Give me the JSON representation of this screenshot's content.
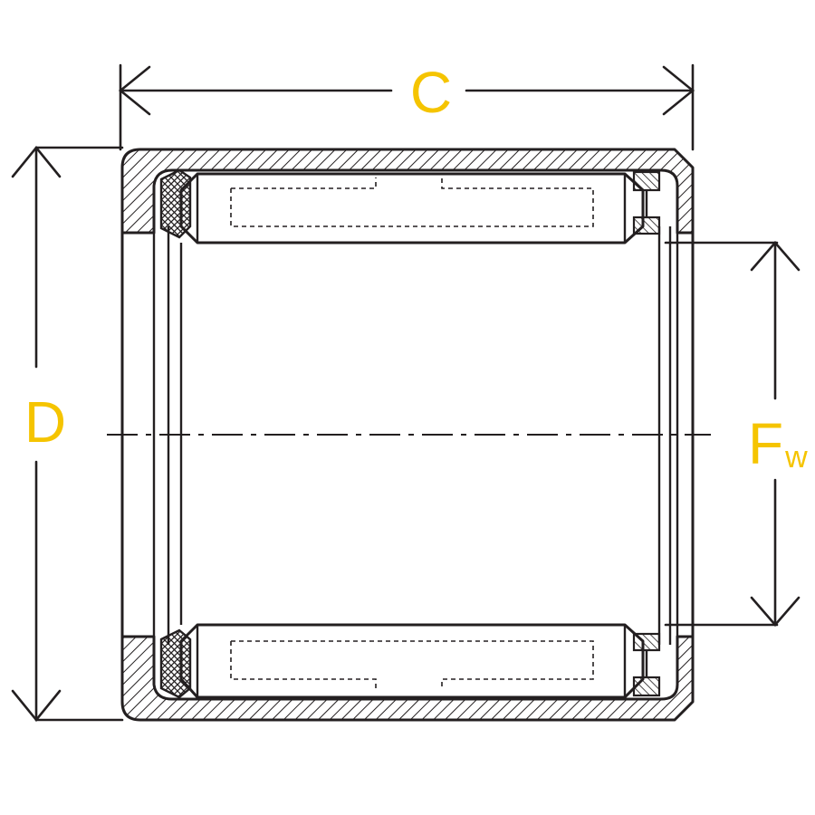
{
  "title": "",
  "labels": {
    "width": "C",
    "outer_diameter": "D",
    "inner_diameter_main": "F",
    "inner_diameter_sub": "w"
  },
  "colors": {
    "label": "#F5C400",
    "line": "#231f20",
    "background": "#ffffff"
  }
}
